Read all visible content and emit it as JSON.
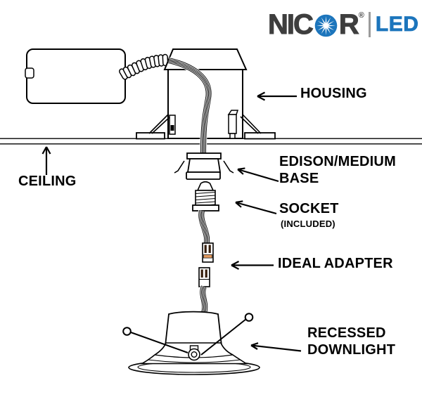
{
  "logo": {
    "brand_prefix": "NIC",
    "brand_suffix": "R",
    "registered": "®",
    "led": "LED"
  },
  "labels": {
    "housing": "HOUSING",
    "ceiling": "CEILING",
    "edison_line1": "EDISON/MEDIUM",
    "edison_line2": "BASE",
    "socket": "SOCKET",
    "socket_note": "(INCLUDED)",
    "ideal_adapter": "IDEAL ADAPTER",
    "recessed_line1": "RECESSED",
    "recessed_line2": "DOWNLIGHT"
  },
  "colors": {
    "logo_gray": "#3e3e3e",
    "logo_blue": "#1c75bc",
    "divider_gray": "#9b9b9b",
    "line_black": "#000000",
    "label_black": "#000000",
    "adapter_orange": "#cd6a2b",
    "adapter_slot": "#351d0b",
    "adapter_band": "#e29a60"
  }
}
